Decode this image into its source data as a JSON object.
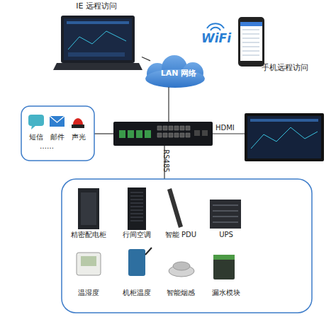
{
  "diagram": {
    "nodes": [
      {
        "text": [
          "IE 远程访问"
        ]
      },
      {
        "text": [
          "手机远程访问"
        ]
      },
      {
        "text": [
          "LAN 网络"
        ]
      },
      {
        "text": [
          "短信"
        ]
      },
      {
        "text": [
          "邮件"
        ]
      },
      {
        "text": [
          "声光"
        ]
      },
      {
        "text": [
          "精密配电柜"
        ]
      },
      {
        "text": [
          "行间空调"
        ]
      },
      {
        "text": [
          "智能 PDU"
        ]
      },
      {
        "text": [
          "UPS"
        ]
      },
      {
        "text": [
          "温湿度"
        ]
      },
      {
        "text": [
          "机柜温度"
        ]
      },
      {
        "text": [
          "智能烟感"
        ]
      },
      {
        "text": [
          "漏水模块"
        ]
      }
    ],
    "edges": [
      {
        "from": 0,
        "to": 2,
        "arrow": "none"
      }
    ],
    "labels": [
      "WiFi",
      "HDMI",
      "RS485",
      "……"
    ]
  }
}
